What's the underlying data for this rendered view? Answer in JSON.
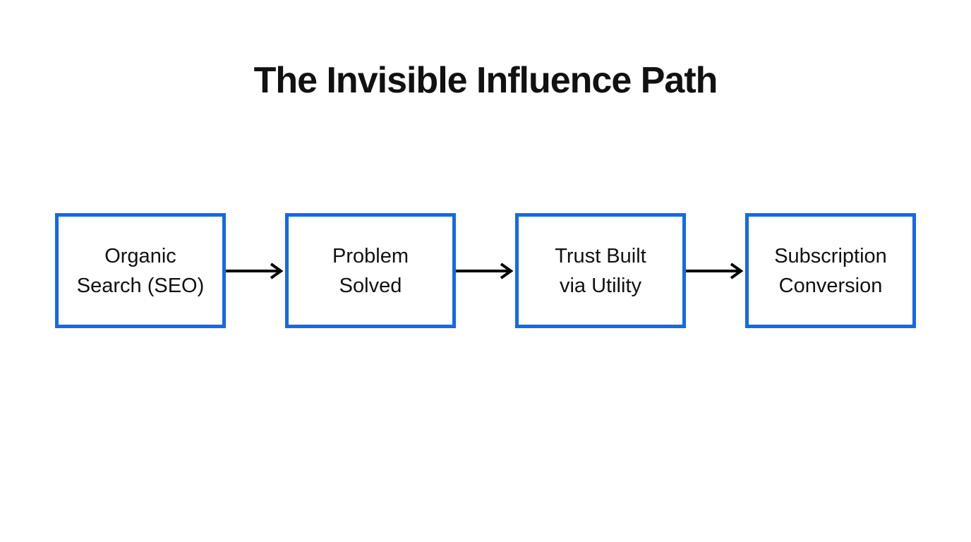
{
  "title": "The Invisible Influence Path",
  "colors": {
    "box_border": "#1569e6",
    "arrow": "#000000",
    "text": "#111111",
    "background": "#ffffff"
  },
  "nodes": [
    {
      "line1": "Organic",
      "line2": "Search (SEO)"
    },
    {
      "line1": "Problem",
      "line2": "Solved"
    },
    {
      "line1": "Trust Built",
      "line2": "via Utility"
    },
    {
      "line1": "Subscription",
      "line2": "Conversion"
    }
  ]
}
